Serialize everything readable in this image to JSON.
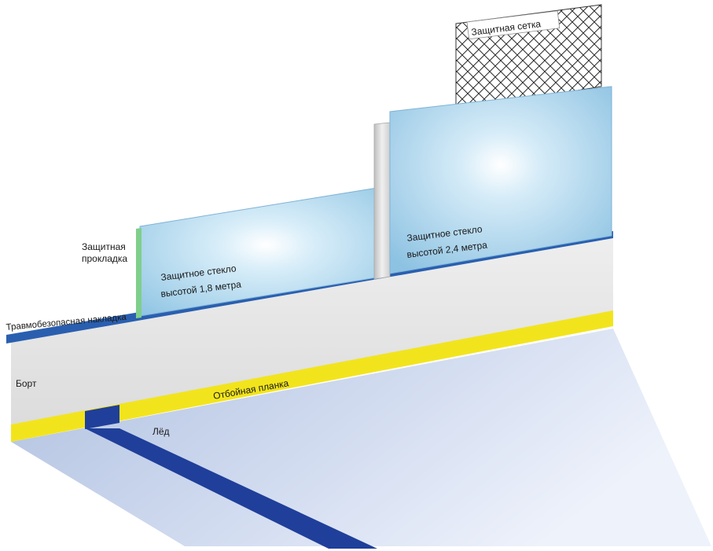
{
  "labels": {
    "net": "Защитная сетка",
    "pad_line1": "Защитная",
    "pad_line2": "прокладка",
    "glass_low_line1": "Защитное стекло",
    "glass_low_line2": "высотой 1,8 метра",
    "glass_high_line1": "Защитное стекло",
    "glass_high_line2": "высотой 2,4 метра",
    "safety_cap": "Травмобезопасная накладка",
    "board": "Борт",
    "kick_plate": "Отбойная планка",
    "ice": "Лёд"
  },
  "colors": {
    "board": "#e3e3e3",
    "cap": "#2a5fb0",
    "kick_plate": "#f2e41c",
    "ice_line": "#1f3f9a",
    "glass": "#a9d3ea",
    "net": "#2a2a2a"
  }
}
